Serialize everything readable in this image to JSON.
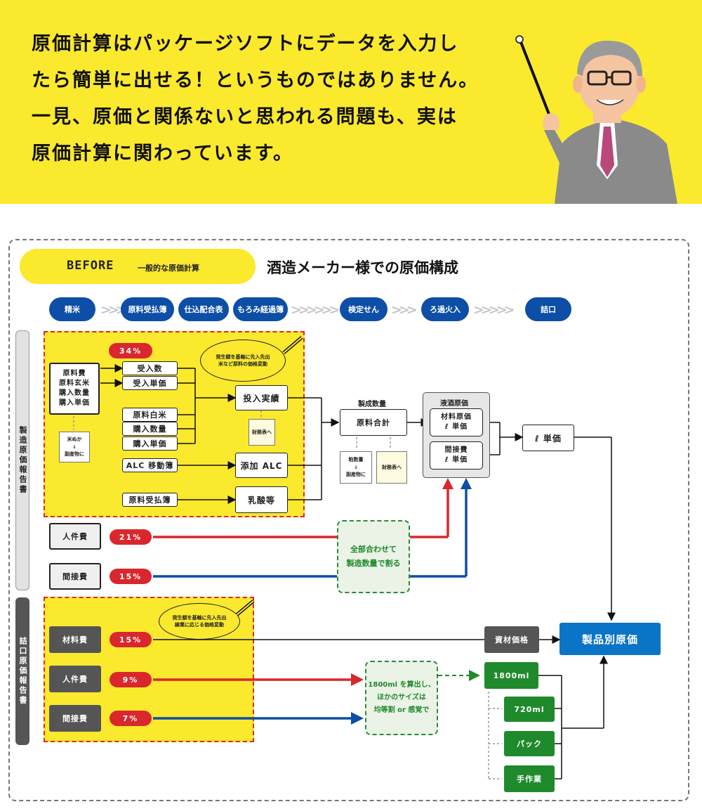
{
  "hero": {
    "lines": [
      "原価計算はパッケージソフトにデータを入力し",
      "たら簡単に出せる！というものではありません。",
      "一見、原価と関係ないと思われる問題も、実は",
      "原価計算に関わっています。"
    ]
  },
  "before": {
    "label": "BEFORE",
    "sub": "一般的な原価計算"
  },
  "title": "酒造メーカー様での原価構成",
  "process_steps": [
    "精米",
    "原料受払簿",
    "仕込配合表",
    "もろみ経過簿",
    "検定せん",
    "ろ過火入",
    "詰口"
  ],
  "sidebar": {
    "top": "製造原価報告書",
    "bottom": "詰口原価報告書"
  },
  "top_section": {
    "pct_raw": "34%",
    "raw_box": "原料費\n原料玄米\n購入数量\n購入単価",
    "byproduct": "米ぬか\n↓\n副産物に",
    "ukeire_su": "受入数",
    "ukeire_tanka": "受入単価",
    "genryo_hakumai": "原料白米",
    "konyu_suryo": "購入数量",
    "konyu_tanka": "購入単価",
    "alc_ido": "ALC 移動簿",
    "genryo_ukeharai": "原料受払簿",
    "tonyu_jisseki": "投入実績",
    "zaimu_1": "財務表へ",
    "tenka_alc": "添加 ALC",
    "nyusan": "乳酸等",
    "bubble": "発生額を基軸に先入先出\n米など原料の価格変動",
    "seisei_label": "製成数量",
    "genryo_gokei": "原料合計",
    "kasu_box": "粕数量\n↓\n副産物に",
    "zaimu_2": "財務表へ",
    "ekishu_label": "液酒原価",
    "zairyo_genka": "材料原価\nℓ 単価",
    "kansetsu_genka": "間接費\nℓ 単価",
    "l_tanka": "ℓ 単価",
    "labor_label": "人件費",
    "labor_pct": "21%",
    "indirect_label": "間接費",
    "indirect_pct": "15%",
    "divide_box": "全部合わせて\n製造数量で割る"
  },
  "bottom_section": {
    "bubble": "発生額を基軸に先入先出\n線業に応じる価格変動",
    "material_label": "材料費",
    "material_pct": "15%",
    "labor_label": "人件費",
    "labor_pct": "9%",
    "indirect_label": "間接費",
    "indirect_pct": "7%",
    "shizai": "資材価格",
    "product_cost": "製品別原価",
    "calc_box": "1800ml を算出し、\nほかのサイズは\n均等割 or 感覚で",
    "sizes": [
      "1800ml",
      "720ml",
      "パック",
      "手作業"
    ]
  },
  "colors": {
    "yellow": "#fbe92e",
    "navy": "#0d4ea6",
    "red": "#d9272d",
    "blue": "#0d4ea6",
    "green": "#1f8a2c",
    "product_blue": "#0a74c6",
    "gray_dark": "#555555"
  }
}
